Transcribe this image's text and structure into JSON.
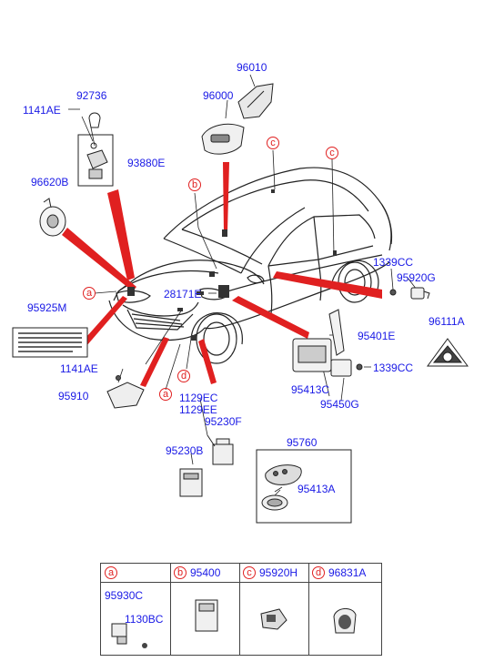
{
  "labels": {
    "p96010": "96010",
    "p96000": "96000",
    "p92736": "92736",
    "p1141AE_top": "1141AE",
    "p93880E": "93880E",
    "p96620B": "96620B",
    "p95925M": "95925M",
    "p28171E": "28171E",
    "p1339CC_top": "1339CC",
    "p95920G": "95920G",
    "p96111A": "96111A",
    "p95401E": "95401E",
    "p1141AE_bot": "1141AE",
    "p95910": "95910",
    "p95413C": "95413C",
    "p1339CC_bot": "1339CC",
    "p95450G": "95450G",
    "p1129EC": "1129EC",
    "p1129EE": "1129EE",
    "p95230F": "95230F",
    "p95230B": "95230B",
    "p95760": "95760",
    "p95413A": "95413A"
  },
  "callouts": {
    "a1": "a",
    "a2": "a",
    "b": "b",
    "c1": "c",
    "c2": "c",
    "d": "d"
  },
  "legend": {
    "a": {
      "letter": "a",
      "parts": [
        "95930C",
        "1130BC"
      ]
    },
    "b": {
      "letter": "b",
      "part": "95400"
    },
    "c": {
      "letter": "c",
      "part": "95920H"
    },
    "d": {
      "letter": "d",
      "part": "96831A"
    }
  },
  "colors": {
    "label_blue": "#1a1ae6",
    "leader_red": "#e02020",
    "line_dark": "#222222"
  }
}
